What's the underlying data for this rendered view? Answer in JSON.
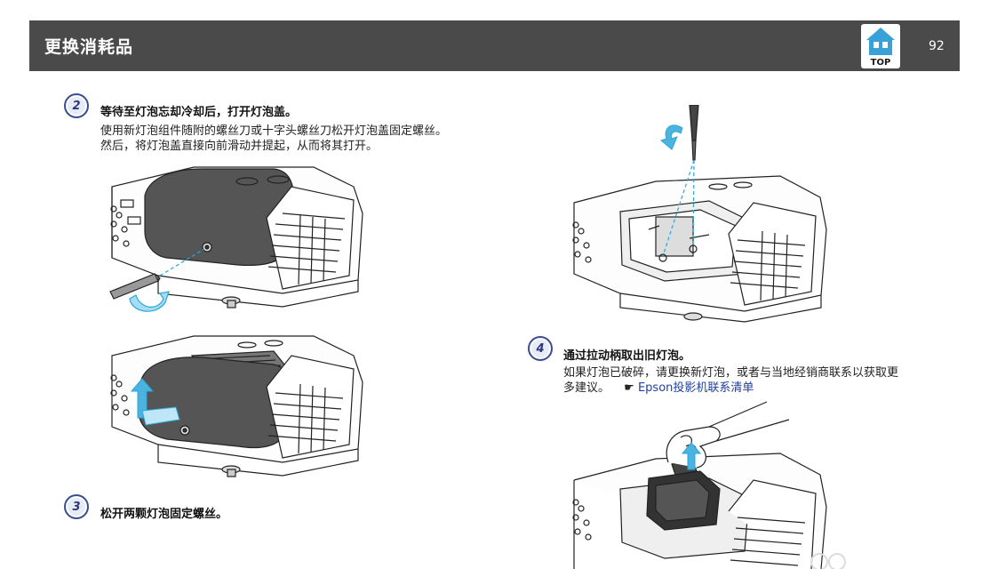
{
  "header": {
    "title": "更换消耗品",
    "page_number": "92",
    "top_button_label": "TOP"
  },
  "steps": [
    {
      "number": "2",
      "title": "等待至灯泡忘却冷却后，打开灯泡盖。",
      "body_lines": [
        "使用新灯泡组件随附的螺丝刀或十字头螺丝刀松开灯泡盖固定螺丝。",
        "然后，将灯泡盖直接向前滑动并提起，从而将其打开。"
      ]
    },
    {
      "number": "3",
      "title": "松开两颗灯泡固定螺丝。"
    },
    {
      "number": "4",
      "title": "通过拉动柄取出旧灯泡。",
      "body_lines": [
        "如果灯泡已破碎，请更换新灯泡，或者与当地经销商联系以获取更",
        "多建议。"
      ],
      "link_arrow": "☛",
      "link_text": "Epson投影机联系清单"
    }
  ],
  "colors": {
    "header_bg": "#4a4a4a",
    "badge_ring": "#3a4d8f",
    "link": "#1f3f9e",
    "guide_line": "#2aa7d8"
  }
}
